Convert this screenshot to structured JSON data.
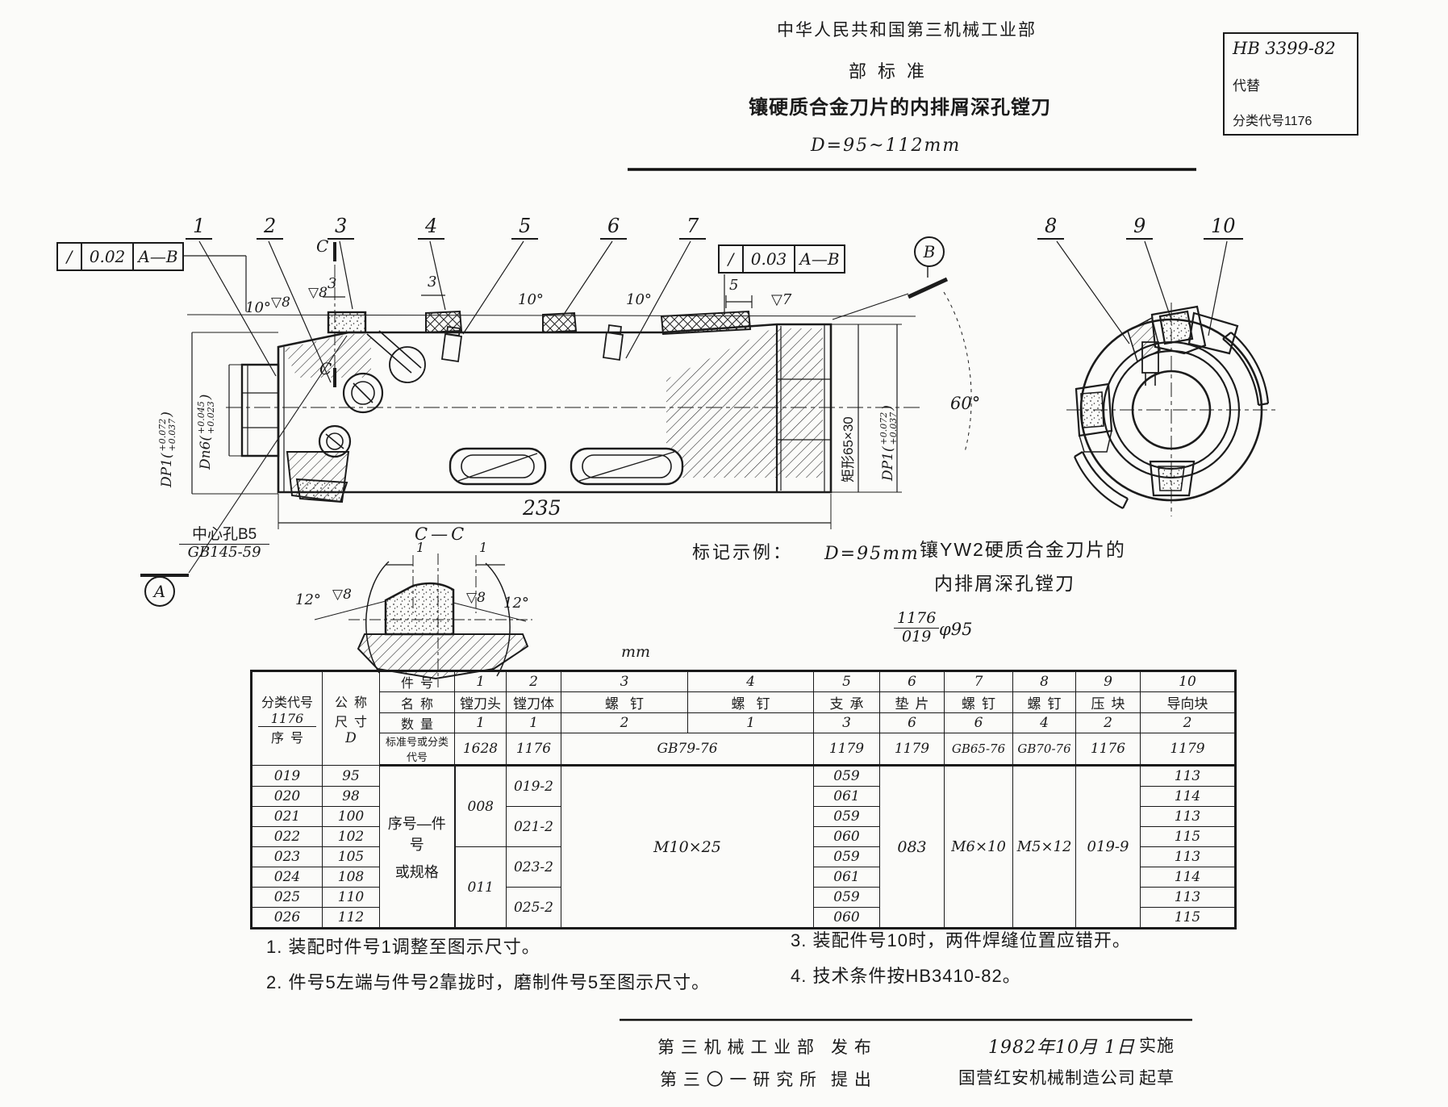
{
  "header": {
    "ministry": "中华人民共和国第三机械工业部",
    "standard_type": "部标准",
    "title": "镶硬质合金刀片的内排屑深孔镗刀",
    "size_range": "D=95~112mm",
    "code_box": {
      "code": "HB 3399-82",
      "replaces_label": "代替",
      "class_code": "分类代号1176"
    }
  },
  "drawing": {
    "callouts": [
      "1",
      "2",
      "3",
      "4",
      "5",
      "6",
      "7",
      "8",
      "9",
      "10"
    ],
    "datum_a": "A",
    "datum_b": "B",
    "section_mark_top": "C",
    "section_mark_bottom": "C",
    "tol_left": {
      "symbol": "/",
      "value": "0.02",
      "datum": "A—B"
    },
    "tol_right": {
      "symbol": "/",
      "value": "0.03",
      "datum": "A—B"
    },
    "dim_3a": "3",
    "dim_3b": "3",
    "dim_5": "5",
    "dim_len": "235",
    "angle_10a": "10°",
    "angle_10b": "10°",
    "angle_10c": "10°",
    "angle_60": "60°",
    "finish_8a": "▽8",
    "finish_8b": "▽8",
    "finish_7": "▽7",
    "center_hole_line1": "中心孔B5",
    "center_hole_line2": "GB145-59",
    "dia_left_outer": {
      "prefix": "DP1(",
      "upper": "+0.072",
      "lower": "+0.037",
      "suffix": ")"
    },
    "dia_left_inner": {
      "prefix": "Dn6(",
      "upper": "+0.045",
      "lower": "+0.023",
      "suffix": ")"
    },
    "slot_label": "矩形65×30",
    "dia_right": {
      "prefix": "DP1(",
      "upper": "+0.072",
      "lower": "+0.037",
      "suffix": ")"
    },
    "section_cc": {
      "title": "C—C",
      "dim_1a": "1",
      "dim_1b": "1",
      "finish_left": "▽8",
      "finish_right": "▽8",
      "angle_left": "12°",
      "angle_right": "12°"
    }
  },
  "marking": {
    "label": "标记示例：",
    "diameter": "D=95mm",
    "text_line1": "镶YW2硬质合金刀片的",
    "text_line2": "内排屑深孔镗刀",
    "code_numerator": "1176",
    "code_denominator": "019",
    "phi": "φ95"
  },
  "units_label": "mm",
  "table": {
    "header": {
      "class_code_label": "分类代号",
      "class_code": "1176",
      "seq_label": "序号",
      "nominal_line1": "公称",
      "nominal_line2": "尺寸",
      "nominal_symbol": "D",
      "part_no_label": "件号",
      "name_label": "名称",
      "qty_label": "数量",
      "std_label": "标准号或分类代号",
      "part_nos": [
        "1",
        "2",
        "3",
        "4",
        "5",
        "6",
        "7",
        "8",
        "9",
        "10"
      ],
      "names": [
        "镗刀头",
        "镗刀体",
        "螺钉",
        "螺钉",
        "支承",
        "垫片",
        "螺钉",
        "螺钉",
        "压块",
        "导向块"
      ],
      "qtys": [
        "1",
        "1",
        "2",
        "1",
        "3",
        "6",
        "6",
        "4",
        "2",
        "2"
      ],
      "stds": [
        "1628",
        "1176",
        "GB79-76",
        "1179",
        "1179",
        "GB65-76",
        "GB70-76",
        "1176",
        "1179"
      ]
    },
    "body": {
      "merged_note_line1": "序号—件号",
      "merged_note_line2": "或规格",
      "head_codes": [
        "008",
        "011"
      ],
      "body_codes": [
        "019-2",
        "021-2",
        "023-2",
        "025-2"
      ],
      "screw_spec": "M10×25",
      "shim_code": "083",
      "screw7_spec": "M6×10",
      "screw8_spec": "M5×12",
      "block_code": "019-9",
      "rows": [
        {
          "seq": "019",
          "d": "95",
          "support": "059",
          "guide": "113"
        },
        {
          "seq": "020",
          "d": "98",
          "support": "061",
          "guide": "114"
        },
        {
          "seq": "021",
          "d": "100",
          "support": "059",
          "guide": "113"
        },
        {
          "seq": "022",
          "d": "102",
          "support": "060",
          "guide": "115"
        },
        {
          "seq": "023",
          "d": "105",
          "support": "059",
          "guide": "113"
        },
        {
          "seq": "024",
          "d": "108",
          "support": "061",
          "guide": "114"
        },
        {
          "seq": "025",
          "d": "110",
          "support": "059",
          "guide": "113"
        },
        {
          "seq": "026",
          "d": "112",
          "support": "060",
          "guide": "115"
        }
      ]
    }
  },
  "notes": {
    "n1": "1. 装配时件号1调整至图示尺寸。",
    "n2": "2. 件号5左端与件号2靠拢时，磨制件号5至图示尺寸。",
    "n3": "3. 装配件号10时，两件焊缝位置应错开。",
    "n4": "4. 技术条件按HB3410-82。"
  },
  "footer": {
    "publisher": "第 三 机 械 工 业 部",
    "publisher_role": "发 布",
    "proposer": "第 三 〇 一 研 究 所",
    "proposer_role": "提 出",
    "date": "1982年10月 1日",
    "date_role": "实施",
    "drafter": "国营红安机械制造公司",
    "drafter_role": "起草"
  }
}
